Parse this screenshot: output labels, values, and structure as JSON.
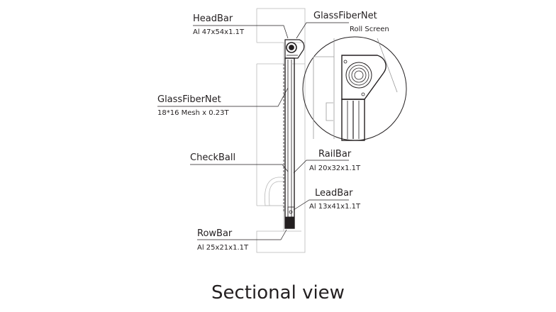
{
  "labels": {
    "headbar": {
      "name": "HeadBar",
      "spec": "Al 47x54x1.1T"
    },
    "glassfibernet_top": {
      "name": "GlassFiberNet",
      "spec": "Roll Screen"
    },
    "glassfibernet_side": {
      "name": "GlassFiberNet",
      "spec": "18*16 Mesh x 0.23T"
    },
    "checkball": {
      "name": "CheckBall"
    },
    "railbar": {
      "name": "RailBar",
      "spec": "Al 20x32x1.1T"
    },
    "leadbar": {
      "name": "LeadBar",
      "spec": "Al 13x41x1.1T"
    },
    "rowbar": {
      "name": "RowBar",
      "spec": "Al 25x21x1.1T"
    }
  },
  "caption": "Sectional view"
}
